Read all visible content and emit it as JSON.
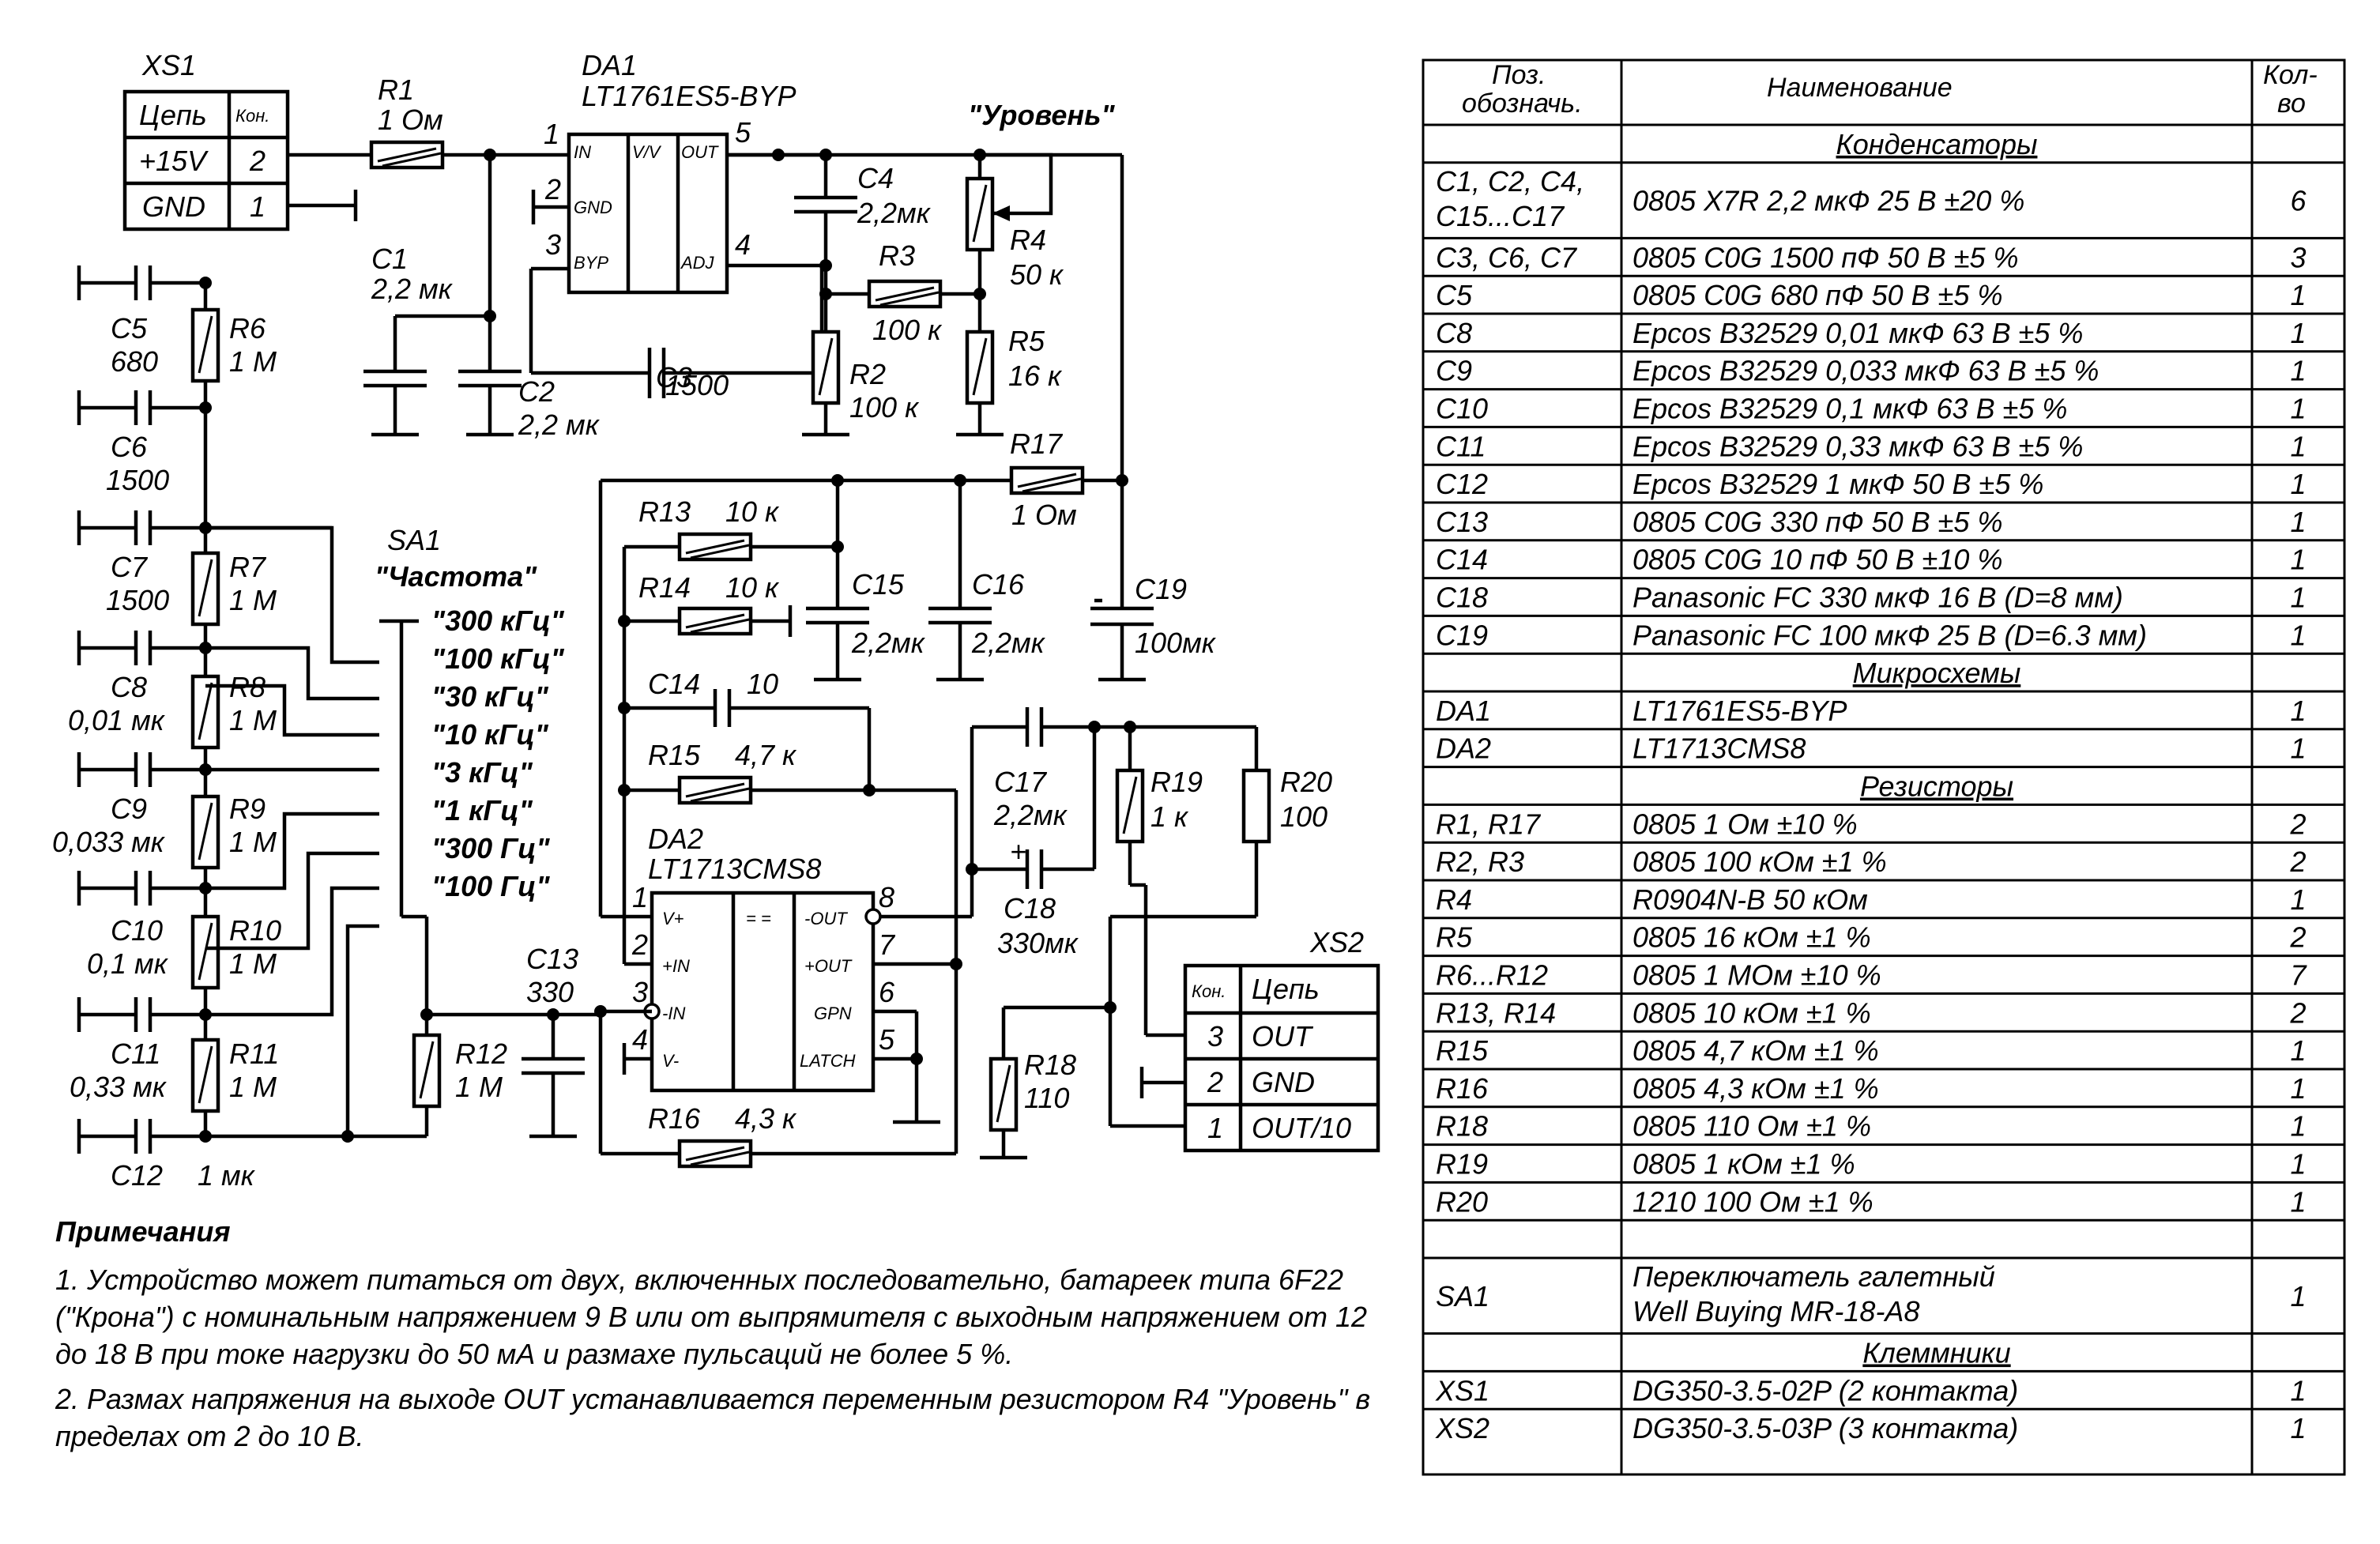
{
  "schematic": {
    "xs1": {
      "title": "XS1",
      "col_circuit": "Цепь",
      "col_pin": "Кон.",
      "rows": [
        {
          "circuit": "+15V",
          "pin": "2"
        },
        {
          "circuit": "GND",
          "pin": "1"
        }
      ]
    },
    "xs2": {
      "title": "XS2",
      "col_pin": "Кон.",
      "col_circuit": "Цепь",
      "rows": [
        {
          "pin": "3",
          "circuit": "OUT"
        },
        {
          "pin": "2",
          "circuit": "GND"
        },
        {
          "pin": "1",
          "circuit": "OUT/10"
        }
      ]
    },
    "r1": {
      "ref": "R1",
      "value": "1 Ом"
    },
    "da1": {
      "ref": "DA1",
      "part": "LT1761ES5-BYP",
      "pin_in": "IN",
      "pin_gnd": "GND",
      "pin_byp": "BYP",
      "pin_out": "OUT",
      "pin_adj": "ADJ",
      "body": "V/V",
      "n1": "1",
      "n2": "2",
      "n3": "3",
      "n4": "4",
      "n5": "5"
    },
    "c1": {
      "ref": "C1",
      "value": "2,2 мк"
    },
    "c2": {
      "ref": "C2",
      "value": "2,2 мк"
    },
    "c3": {
      "ref": "C3",
      "value": "1500"
    },
    "c4": {
      "ref": "C4",
      "value": "2,2мк"
    },
    "r3": {
      "ref": "R3",
      "value": "100 к"
    },
    "r2": {
      "ref": "R2",
      "value": "100 к"
    },
    "level": "\"Уровень\"",
    "r4": {
      "ref": "R4",
      "value": "50 к"
    },
    "r5": {
      "ref": "R5",
      "value": "16 к"
    },
    "r17": {
      "ref": "R17",
      "value": "1 Ом"
    },
    "c19": {
      "ref": "C19",
      "value": "100мк"
    },
    "c5": {
      "ref": "C5",
      "value": "680"
    },
    "r6": {
      "ref": "R6",
      "value": "1 М"
    },
    "c6": {
      "ref": "C6",
      "value": "1500"
    },
    "c7": {
      "ref": "C7",
      "value": "1500"
    },
    "r7": {
      "ref": "R7",
      "value": "1 М"
    },
    "c8": {
      "ref": "C8",
      "value": "0,01 мк"
    },
    "r8": {
      "ref": "R8",
      "value": "1 М"
    },
    "c9": {
      "ref": "C9",
      "value": "0,033 мк"
    },
    "r9": {
      "ref": "R9",
      "value": "1 М"
    },
    "c10": {
      "ref": "C10",
      "value": "0,1 мк"
    },
    "r10": {
      "ref": "R10",
      "value": "1 М"
    },
    "c11": {
      "ref": "C11",
      "value": "0,33 мк"
    },
    "r11": {
      "ref": "R11",
      "value": "1 М"
    },
    "c12": {
      "ref": "C12",
      "value": "1 мк"
    },
    "sa1": {
      "ref": "SA1",
      "name": "\"Частота\"",
      "positions": [
        "\"300 кГц\"",
        "\"100 кГц\"",
        "\"30 кГц\"",
        "\"10 кГц\"",
        "\"3 кГц\"",
        "\"1 кГц\"",
        "\"300 Гц\"",
        "\"100 Гц\""
      ]
    },
    "r12": {
      "ref": "R12",
      "value": "1 М"
    },
    "c13": {
      "ref": "C13",
      "value": "330"
    },
    "r13": {
      "ref": "R13",
      "value": "10 к"
    },
    "r14": {
      "ref": "R14",
      "value": "10 к"
    },
    "c15": {
      "ref": "C15",
      "value": "2,2мк"
    },
    "c16": {
      "ref": "C16",
      "value": "2,2мк"
    },
    "c14": {
      "ref": "C14",
      "value": "10"
    },
    "r15": {
      "ref": "R15",
      "value": "4,7 к"
    },
    "da2": {
      "ref": "DA2",
      "part": "LT1713CMS8",
      "pin_vp": "V+",
      "pin_inp": "+IN",
      "pin_inn": "-IN",
      "pin_vn": "V-",
      "pin_outn": "-OUT",
      "pin_outp": "+OUT",
      "pin_gpn": "GPN",
      "pin_latch": "LATCH",
      "body": "= =",
      "n1": "1",
      "n2": "2",
      "n3": "3",
      "n4": "4",
      "n5": "5",
      "n6": "6",
      "n7": "7",
      "n8": "8"
    },
    "r16": {
      "ref": "R16",
      "value": "4,3 к"
    },
    "c17": {
      "ref": "C17",
      "value": "2,2мк"
    },
    "c18": {
      "ref": "C18",
      "value": "330мк"
    },
    "r19": {
      "ref": "R19",
      "value": "1 к"
    },
    "r20": {
      "ref": "R20",
      "value": "100"
    },
    "r18": {
      "ref": "R18",
      "value": "110"
    }
  },
  "notes": {
    "title": "Примечания",
    "items": [
      "1. Устройство может питаться от двух, включенных последовательно, батареек типа 6F22 (\"Крона\") с номинальным напряжением 9 В или от выпрямителя с выходным напряжением от 12 до 18 В при токе нагрузки до 50 мА и размахе пульсаций не более 5 %.",
      "2. Размах напряжения на выходе OUT устанавливается переменным резистором R4 \"Уровень\" в пределах от 2 до 10 В."
    ]
  },
  "bom": {
    "header": {
      "pos_line1": "Поз.",
      "pos_line2": "обозначь.",
      "name": "Наименование",
      "qty_line1": "Кол-",
      "qty_line2": "во"
    },
    "rows": [
      {
        "type": "section",
        "name": "Конденсаторы"
      },
      {
        "type": "item",
        "ref": "C1, C2, C4,",
        "ref2": "C15...C17",
        "name": "0805  X7R  2,2 мкФ  25 В  ±20 %",
        "qty": "6"
      },
      {
        "type": "item",
        "ref": "C3, C6, C7",
        "name": "0805  C0G  1500 пФ  50 В  ±5 %",
        "qty": "3"
      },
      {
        "type": "item",
        "ref": "C5",
        "name": "0805  C0G  680 пФ  50 В  ±5 %",
        "qty": "1"
      },
      {
        "type": "item",
        "ref": "C8",
        "name": "Epcos B32529  0,01 мкФ  63 В  ±5 %",
        "qty": "1"
      },
      {
        "type": "item",
        "ref": "C9",
        "name": "Epcos B32529  0,033 мкФ  63 В  ±5 %",
        "qty": "1"
      },
      {
        "type": "item",
        "ref": "C10",
        "name": "Epcos B32529  0,1 мкФ  63 В  ±5 %",
        "qty": "1"
      },
      {
        "type": "item",
        "ref": "C11",
        "name": "Epcos B32529  0,33 мкФ  63 В  ±5 %",
        "qty": "1"
      },
      {
        "type": "item",
        "ref": "C12",
        "name": "Epcos B32529  1 мкФ  50 В  ±5 %",
        "qty": "1"
      },
      {
        "type": "item",
        "ref": "C13",
        "name": "0805  C0G  330 пФ  50 В  ±5 %",
        "qty": "1"
      },
      {
        "type": "item",
        "ref": "C14",
        "name": "0805  C0G  10 пФ  50 В  ±10 %",
        "qty": "1"
      },
      {
        "type": "item",
        "ref": "C18",
        "name": "Panasonic FC  330 мкФ  16 В  (D=8 мм)",
        "qty": "1"
      },
      {
        "type": "item",
        "ref": "C19",
        "name": "Panasonic FC  100 мкФ  25 В  (D=6.3 мм)",
        "qty": "1"
      },
      {
        "type": "section",
        "name": "Микросхемы"
      },
      {
        "type": "item",
        "ref": "DA1",
        "name": "LT1761ES5-BYP",
        "qty": "1"
      },
      {
        "type": "item",
        "ref": "DA2",
        "name": "LT1713CMS8",
        "qty": "1"
      },
      {
        "type": "section",
        "name": "Резисторы"
      },
      {
        "type": "item",
        "ref": "R1, R17",
        "name": "0805  1 Ом  ±10 %",
        "qty": "2"
      },
      {
        "type": "item",
        "ref": "R2, R3",
        "name": "0805  100 кОм  ±1 %",
        "qty": "2"
      },
      {
        "type": "item",
        "ref": "R4",
        "name": "R0904N-B  50 кОм",
        "qty": "1"
      },
      {
        "type": "item",
        "ref": "R5",
        "name": "0805  16 кОм  ±1 %",
        "qty": "2"
      },
      {
        "type": "item",
        "ref": "R6...R12",
        "name": "0805  1 МОм  ±10 %",
        "qty": "7"
      },
      {
        "type": "item",
        "ref": "R13, R14",
        "name": "0805  10 кОм  ±1 %",
        "qty": "2"
      },
      {
        "type": "item",
        "ref": "R15",
        "name": "0805  4,7 кОм  ±1 %",
        "qty": "1"
      },
      {
        "type": "item",
        "ref": "R16",
        "name": "0805  4,3 кОм  ±1 %",
        "qty": "1"
      },
      {
        "type": "item",
        "ref": "R18",
        "name": "0805  110 Ом  ±1 %",
        "qty": "1"
      },
      {
        "type": "item",
        "ref": "R19",
        "name": "0805  1 кОм  ±1 %",
        "qty": "1"
      },
      {
        "type": "item",
        "ref": "R20",
        "name": "1210  100 Ом  ±1 %",
        "qty": "1"
      },
      {
        "type": "blank"
      },
      {
        "type": "item",
        "ref": "SA1",
        "name": "Переключатель галетный",
        "name2": " Well Buying MR-18-A8",
        "qty": "1"
      },
      {
        "type": "section",
        "name": "Клеммники"
      },
      {
        "type": "item",
        "ref": "XS1",
        "name": "DG350-3.5-02P (2 контакта)",
        "qty": "1"
      },
      {
        "type": "item",
        "ref": "XS2",
        "name": "DG350-3.5-03P (3 контакта)",
        "qty": "1"
      }
    ]
  }
}
